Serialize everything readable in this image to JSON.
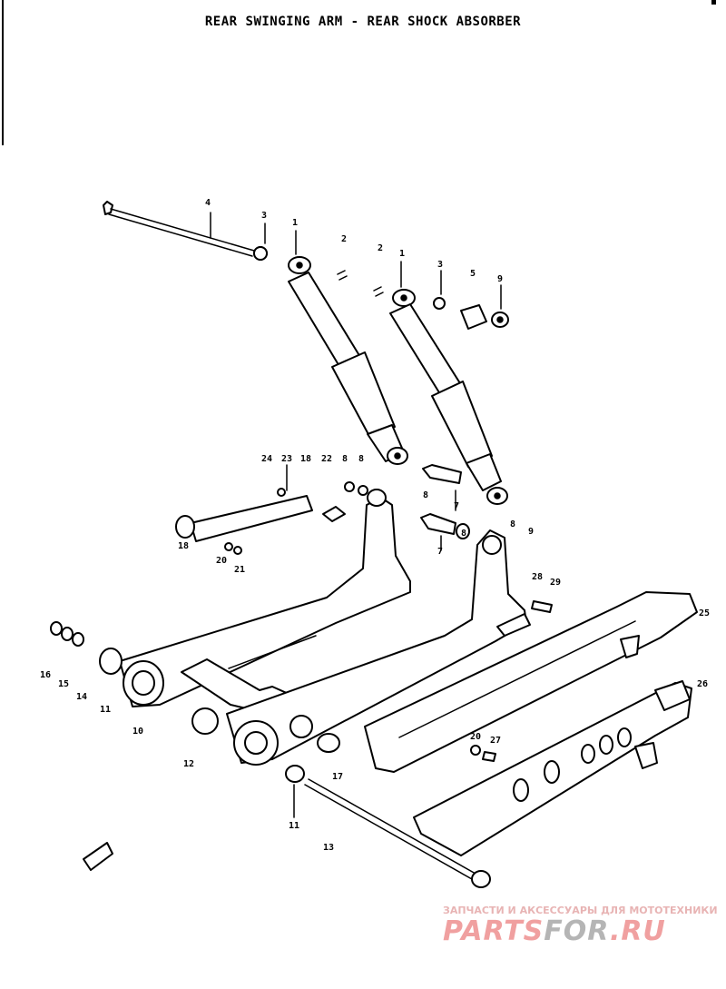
{
  "title": "REAR SWINGING ARM - REAR SHOCK ABSORBER",
  "watermark": {
    "line1": "ЗАПЧАСТИ И АКСЕССУАРЫ ДЛЯ МОТОТЕХНИКИ",
    "brand_part1": "PARTS",
    "brand_part2": "FOR",
    "brand_part3": ".RU",
    "color_primary": "#f0a0a0",
    "color_secondary": "#b5b5b5"
  },
  "callouts": [
    {
      "id": "c4",
      "text": "4"
    },
    {
      "id": "c3a",
      "text": "3"
    },
    {
      "id": "c1a",
      "text": "1"
    },
    {
      "id": "c2a",
      "text": "2"
    },
    {
      "id": "c2b",
      "text": "2"
    },
    {
      "id": "c1b",
      "text": "1"
    },
    {
      "id": "c3b",
      "text": "3"
    },
    {
      "id": "c5",
      "text": "5"
    },
    {
      "id": "c9a",
      "text": "9"
    },
    {
      "id": "c24",
      "text": "24"
    },
    {
      "id": "c23",
      "text": "23"
    },
    {
      "id": "c18a",
      "text": "18"
    },
    {
      "id": "c22",
      "text": "22"
    },
    {
      "id": "c8a",
      "text": "8"
    },
    {
      "id": "c8b",
      "text": "8"
    },
    {
      "id": "c8c",
      "text": "8"
    },
    {
      "id": "c7a",
      "text": "7"
    },
    {
      "id": "c7b",
      "text": "7"
    },
    {
      "id": "c8d",
      "text": "8"
    },
    {
      "id": "c8e",
      "text": "8"
    },
    {
      "id": "c9b",
      "text": "9"
    },
    {
      "id": "c18b",
      "text": "18"
    },
    {
      "id": "c20a",
      "text": "20"
    },
    {
      "id": "c21",
      "text": "21"
    },
    {
      "id": "c28",
      "text": "28"
    },
    {
      "id": "c29",
      "text": "29"
    },
    {
      "id": "c25",
      "text": "25"
    },
    {
      "id": "c26",
      "text": "26"
    },
    {
      "id": "c16",
      "text": "16"
    },
    {
      "id": "c15",
      "text": "15"
    },
    {
      "id": "c14",
      "text": "14"
    },
    {
      "id": "c11a",
      "text": "11"
    },
    {
      "id": "c10",
      "text": "10"
    },
    {
      "id": "c12",
      "text": "12"
    },
    {
      "id": "c20b",
      "text": "20"
    },
    {
      "id": "c27",
      "text": "27"
    },
    {
      "id": "c17",
      "text": "17"
    },
    {
      "id": "c11b",
      "text": "11"
    },
    {
      "id": "c13",
      "text": "13"
    }
  ]
}
